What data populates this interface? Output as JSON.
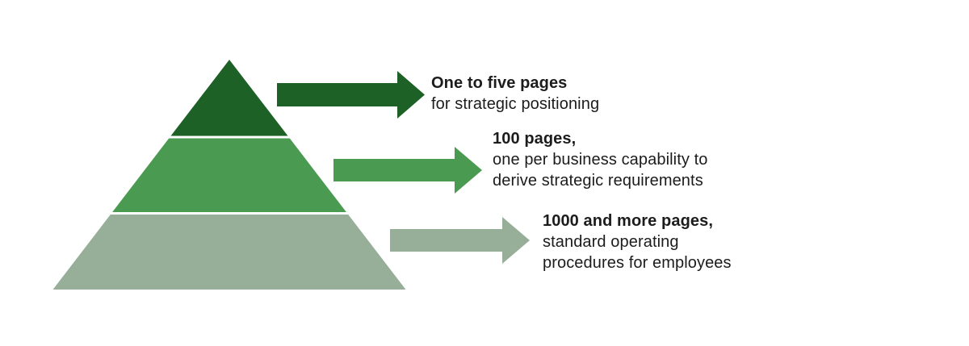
{
  "colors": {
    "background": "#ffffff",
    "text": "#1c1c1c",
    "tier_top": "#1d6127",
    "tier_middle": "#4a9b51",
    "tier_bottom": "#97ae99"
  },
  "diagram_type": "pyramid",
  "tiers": [
    {
      "name": "top",
      "color": "#1d6127",
      "title": "One to five pages",
      "desc_lines": [
        "for strategic positioning"
      ]
    },
    {
      "name": "middle",
      "color": "#4a9b51",
      "title": "100 pages,",
      "desc_lines": [
        "one per business capability to",
        "derive strategic requirements"
      ]
    },
    {
      "name": "bottom",
      "color": "#97ae99",
      "title": "1000 and more pages,",
      "desc_lines": [
        "standard operating",
        "procedures for employees"
      ]
    }
  ]
}
